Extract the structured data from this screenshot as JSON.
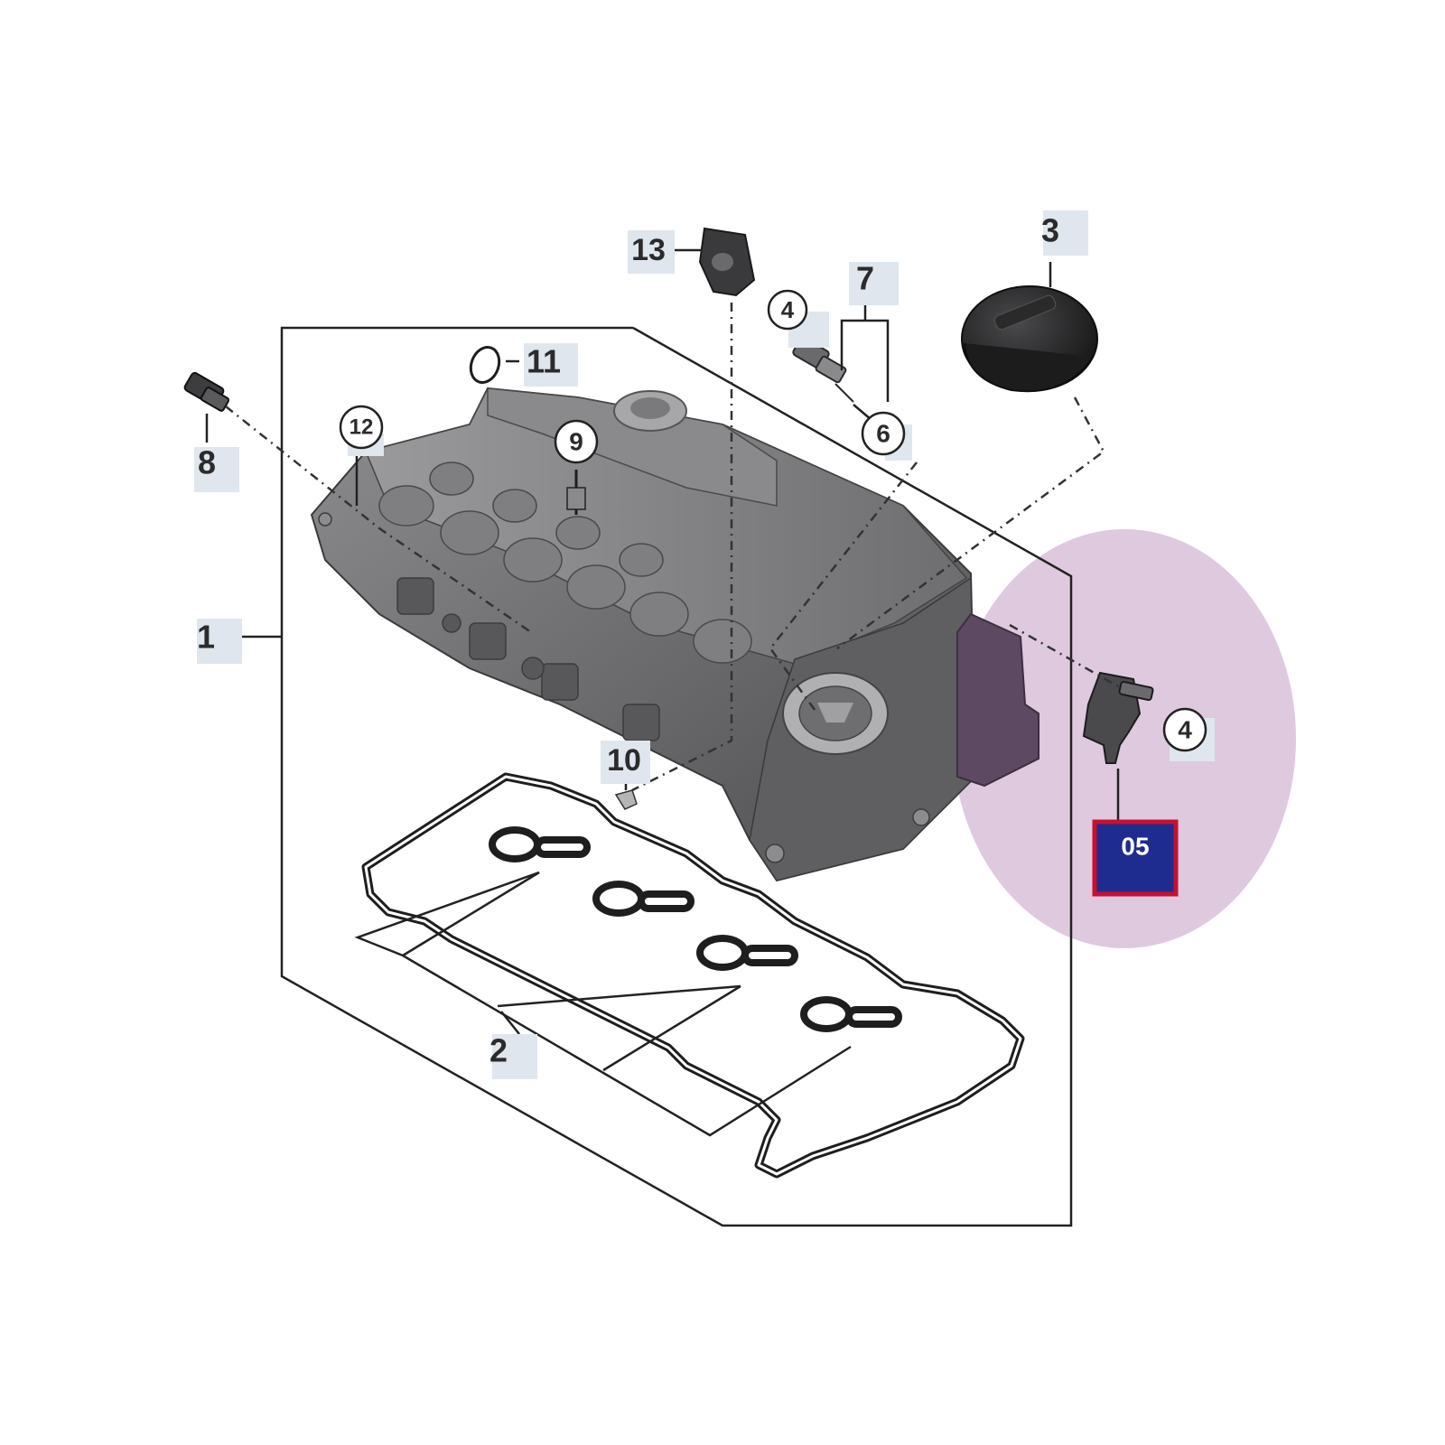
{
  "callouts": {
    "c1": "1",
    "c2": "2",
    "c3": "3",
    "c4a": "4",
    "c4b": "4",
    "c6": "6",
    "c7": "7",
    "c8": "8",
    "c9": "9",
    "c10": "10",
    "c11": "11",
    "c12": "12",
    "c13": "13"
  },
  "highlight": {
    "badge_label": "05",
    "badge_fill": "#1f2c8f",
    "badge_border": "#c8102e",
    "circle_fill": "#dcc6dd"
  },
  "colors": {
    "part_dark": "#5e5e60",
    "part_mid": "#7b7b7d",
    "part_light": "#a9a9ab",
    "label_bg": "#dfe6ee"
  }
}
